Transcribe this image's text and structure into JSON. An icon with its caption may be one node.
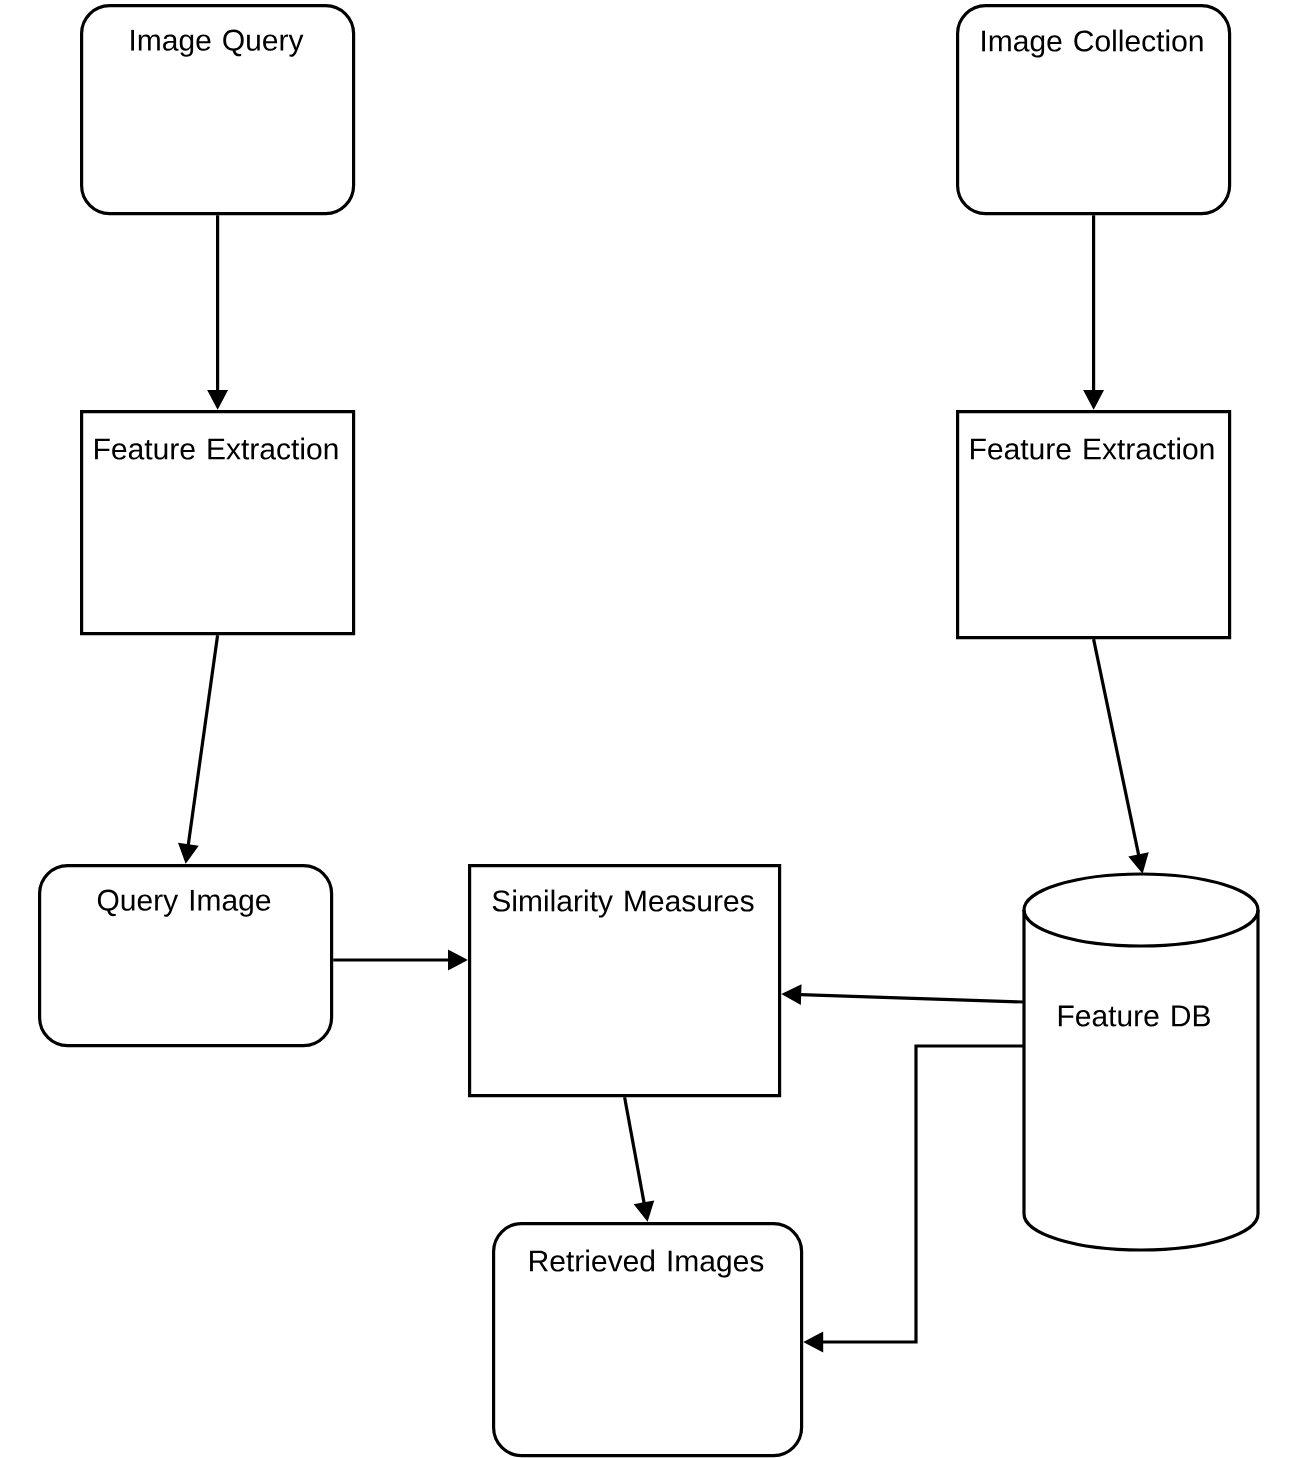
{
  "diagram": {
    "nodes": [
      {
        "text": [
          "Image Query"
        ]
      },
      {
        "text": [
          "Image Collection"
        ]
      },
      {
        "text": [
          "Feature Extraction"
        ]
      },
      {
        "text": [
          "Feature Extraction"
        ]
      },
      {
        "text": [
          "Query Image"
        ]
      },
      {
        "text": [
          "Similarity Measures"
        ]
      },
      {
        "text": [
          "Feature DB"
        ]
      },
      {
        "text": [
          "Retrieved Images"
        ]
      }
    ],
    "edges": [
      {
        "from": 0,
        "to": 2,
        "arrow": "to"
      },
      {
        "from": 2,
        "to": 4,
        "arrow": "to"
      },
      {
        "from": 1,
        "to": 3,
        "arrow": "to"
      },
      {
        "from": 3,
        "to": 6,
        "arrow": "to"
      },
      {
        "from": 4,
        "to": 5,
        "arrow": "to"
      },
      {
        "from": 6,
        "to": 5,
        "arrow": "to"
      },
      {
        "from": 6,
        "to": 7,
        "arrow": "to"
      },
      {
        "from": 5,
        "to": 7,
        "arrow": "to"
      }
    ]
  }
}
